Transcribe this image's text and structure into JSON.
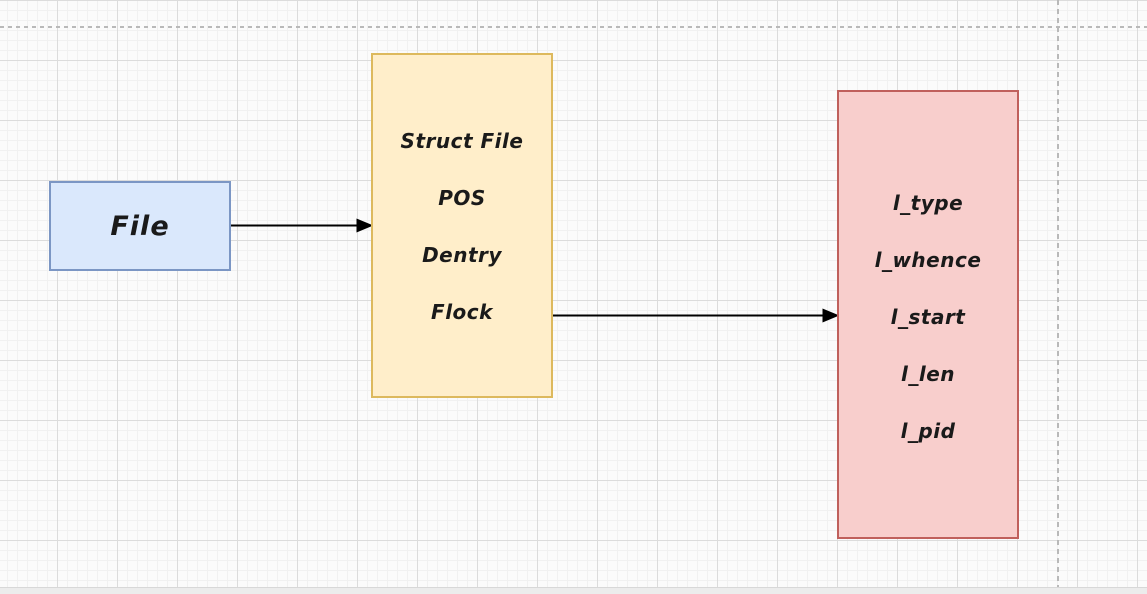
{
  "canvas": {
    "background_color": "#fbfbfb",
    "grid_minor_color": "#f1f1f1",
    "grid_major_color": "#dcdcdc",
    "page_break_color": "#b9b9b9",
    "bottom_edge_color": "#ececec"
  },
  "nodes": {
    "file": {
      "label": "File",
      "fill": "#dae8fc",
      "border_color": "#7b96c4",
      "text_color": "#1a1a1a"
    },
    "struct_file": {
      "fields": [
        "Struct File",
        "POS",
        "Dentry",
        "Flock"
      ],
      "fill": "#ffeeca",
      "border_color": "#ddb95d",
      "text_color": "#1a1a1a"
    },
    "flock_struct": {
      "fields": [
        "l_type",
        "l_whence",
        "l_start",
        "l_len",
        "l_pid"
      ],
      "fill": "#f8cecc",
      "border_color": "#c0605c",
      "text_color": "#1a1a1a"
    }
  },
  "edges": {
    "file_to_struct": {
      "color": "#000000",
      "style": "solid-arrow-right"
    },
    "flock_to_struct": {
      "color": "#000000",
      "style": "solid-arrow-right"
    }
  }
}
